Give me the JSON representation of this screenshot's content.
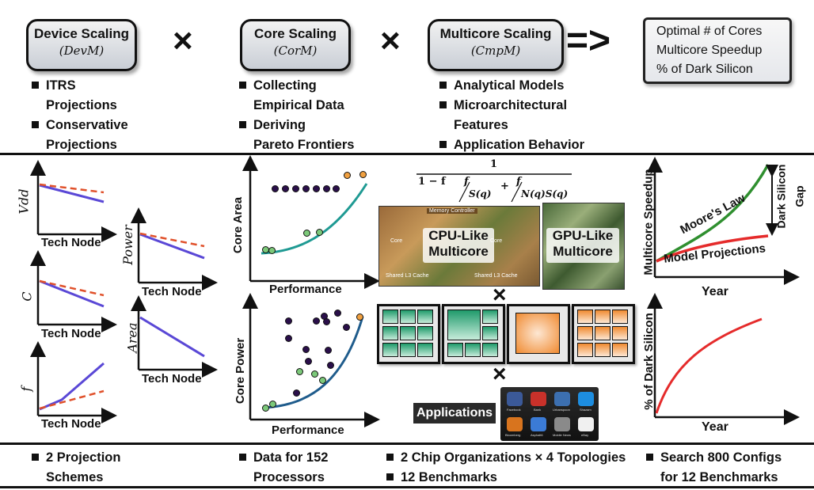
{
  "models": [
    {
      "title": "Device Scaling",
      "abbr": "(DevM)"
    },
    {
      "title": "Core Scaling",
      "abbr": "(CorM)"
    },
    {
      "title": "Multicore Scaling",
      "abbr": "(CmpM)"
    }
  ],
  "operators": {
    "times": "×",
    "implies": "=>"
  },
  "outputs": [
    "Optimal # of Cores",
    "Multicore Speedup",
    "% of Dark Silicon"
  ],
  "top_bullets": {
    "device": [
      {
        "bullet": true,
        "text": "ITRS"
      },
      {
        "bullet": false,
        "text": "Projections"
      },
      {
        "bullet": true,
        "text": "Conservative"
      },
      {
        "bullet": false,
        "text": "Projections"
      }
    ],
    "core": [
      {
        "bullet": true,
        "text": "Collecting"
      },
      {
        "bullet": false,
        "text": "Empirical Data"
      },
      {
        "bullet": true,
        "text": "Deriving"
      },
      {
        "bullet": false,
        "text": "Pareto Frontiers"
      }
    ],
    "multicore": [
      {
        "bullet": true,
        "text": "Analytical Models"
      },
      {
        "bullet": true,
        "text": "Microarchitectural"
      },
      {
        "bullet": false,
        "text": "Features"
      },
      {
        "bullet": true,
        "text": "Application Behavior"
      }
    ]
  },
  "device_plots": {
    "vdd": {
      "ylabel": "Vdd",
      "xlabel": "Tech Node"
    },
    "c": {
      "ylabel": "C",
      "xlabel": "Tech Node"
    },
    "f": {
      "ylabel": "f",
      "xlabel": "Tech Node"
    },
    "power": {
      "ylabel": "Power",
      "xlabel": "Tech Node"
    },
    "area": {
      "ylabel": "Area",
      "xlabel": "Tech Node"
    }
  },
  "core_plots": {
    "area": {
      "ylabel": "Core Area",
      "xlabel": "Performance"
    },
    "power": {
      "ylabel": "Core Power",
      "xlabel": "Performance"
    }
  },
  "formula": {
    "numerator": "1",
    "one_minus": "1 − f",
    "f1": "f",
    "s1": "S(q)",
    "plus": "+",
    "f2": "f",
    "s2": "N(q)S(q)"
  },
  "chips": {
    "cpu_label_1": "CPU-Like",
    "cpu_label_2": "Multicore",
    "gpu_label_1": "GPU-Like",
    "gpu_label_2": "Multicore",
    "die_memory": "Memory Controller",
    "die_core": "Core",
    "die_cache": "Shared L3 Cache"
  },
  "applications": {
    "label": "Applications",
    "icons": [
      "Facebook",
      "Bank",
      "Urbanspoon",
      "Shazam",
      "Bloomberg",
      "Asphalt6",
      "Mobile News",
      "eBay"
    ]
  },
  "speedup_plot": {
    "ylabel": "Multicore Speedup",
    "xlabel": "Year",
    "moore": "Moore's Law",
    "model": "Model Projections",
    "gap_1": "Dark Silicon",
    "gap_2": "Gap"
  },
  "dark_plot": {
    "ylabel": "% of Dark Silicon",
    "xlabel": "Year"
  },
  "bottom_bullets": {
    "device": [
      {
        "bullet": true,
        "text": "2 Projection"
      },
      {
        "bullet": false,
        "text": "Schemes"
      }
    ],
    "core": [
      {
        "bullet": true,
        "text": "Data for 152"
      },
      {
        "bullet": false,
        "text": "Processors"
      }
    ],
    "multicore": [
      {
        "bullet": true,
        "text": "2 Chip Organizations × 4 Topologies"
      },
      {
        "bullet": true,
        "text": "12 Benchmarks"
      }
    ],
    "search": [
      {
        "bullet": true,
        "text": "Search 800 Configs"
      },
      {
        "bullet": false,
        "text": "for 12 Benchmarks"
      }
    ]
  },
  "colors": {
    "blue_line": "#5a48d6",
    "red_dash": "#e0502a",
    "teal_curve": "#1f9a93",
    "navy_curve": "#1f5c8c",
    "moore_green": "#2f8f2f",
    "model_red": "#e52b2b",
    "green_core": "#1f9a6b",
    "orange_core": "#f08a30"
  }
}
